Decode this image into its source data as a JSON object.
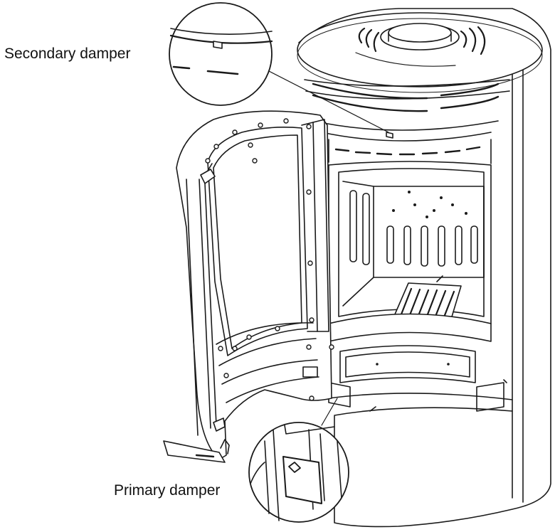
{
  "labels": {
    "secondary_damper": "Secondary damper",
    "primary_damper": "Primary damper"
  },
  "colors": {
    "stroke": "#1a1a1a",
    "fill": "#ffffff",
    "shade": "#e8e8e8"
  },
  "icons": [
    "stove-drawing",
    "zoom-callout-circle",
    "leader-line"
  ]
}
